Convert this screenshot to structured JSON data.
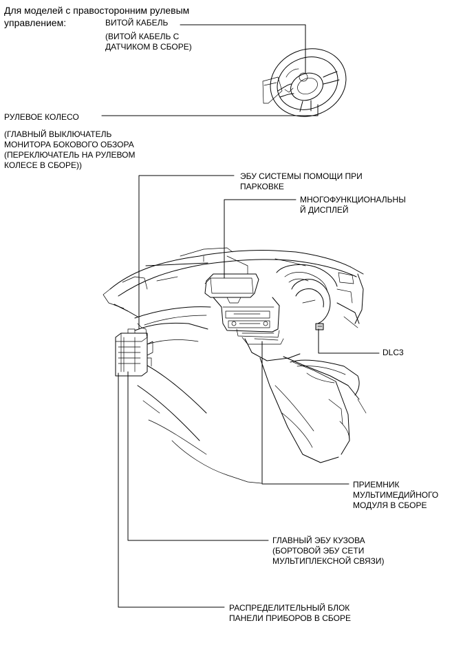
{
  "header": {
    "line1": "Для моделей с правосторонним рулевым",
    "line2": "управлением:"
  },
  "labels": {
    "spiral_cable": {
      "line1": "ВИТОЙ КАБЕЛЬ",
      "line2": "(ВИТОЙ КАБЕЛЬ С",
      "line3": "ДАТЧИКОМ В СБОРЕ)"
    },
    "steering_wheel": {
      "line1": "РУЛЕВОЕ КОЛЕСО",
      "line2": "(ГЛАВНЫЙ ВЫКЛЮЧАТЕЛЬ",
      "line3": "МОНИТОРА БОКОВОГО ОБЗОРА",
      "line4": "(ПЕРЕКЛЮЧАТЕЛЬ НА РУЛЕВОМ",
      "line5": "КОЛЕСЕ В СБОРЕ))"
    },
    "parking_ecu": {
      "line1": "ЭБУ СИСТЕМЫ ПОМОЩИ ПРИ",
      "line2": "ПАРКОВКЕ"
    },
    "multi_display": {
      "line1": "МНОГОФУНКЦИОНАЛЬНЫ",
      "line2": "Й ДИСПЛЕЙ"
    },
    "dlc3": {
      "line1": "DLC3"
    },
    "receiver": {
      "line1": "ПРИЕМНИК",
      "line2": "МУЛЬТИМЕДИЙНОГО",
      "line3": "МОДУЛЯ В СБОРЕ"
    },
    "body_ecu": {
      "line1": "ГЛАВНЫЙ ЭБУ КУЗОВА",
      "line2": "(БОРТОВОЙ ЭБУ СЕТИ",
      "line3": "МУЛЬТИПЛЕКСНОЙ СВЯЗИ)"
    },
    "junction_block": {
      "line1": "РАСПРЕДЕЛИТЕЛЬНЫЙ БЛОК",
      "line2": "ПАНЕЛИ ПРИБОРОВ В СБОРЕ"
    }
  }
}
